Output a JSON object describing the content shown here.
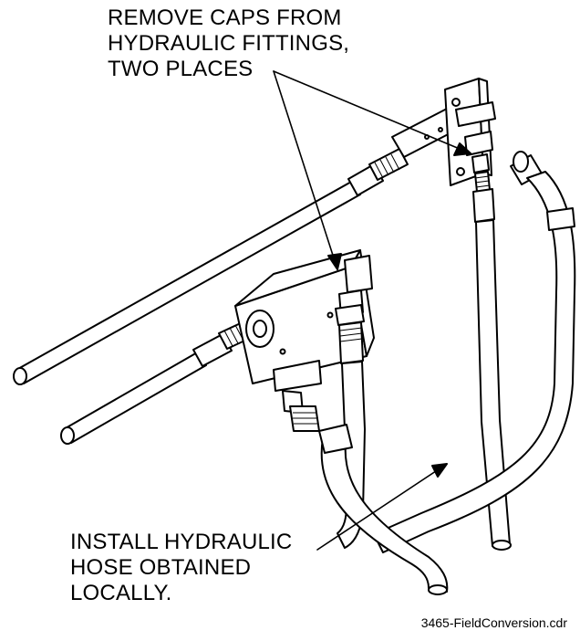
{
  "labels": {
    "top": [
      "REMOVE CAPS FROM",
      "HYDRAULIC FITTINGS,",
      "TWO PLACES"
    ],
    "bottom": [
      "INSTALL HYDRAULIC",
      "HOSE OBTAINED",
      "LOCALLY."
    ]
  },
  "filename": "3465-FieldConversion.cdr"
}
